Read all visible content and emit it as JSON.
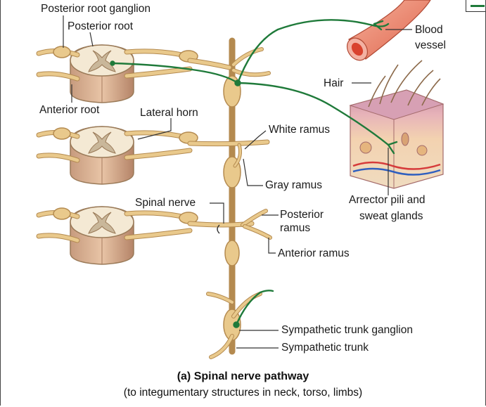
{
  "labels": {
    "posterior_root_ganglion": "Posterior root ganglion",
    "posterior_root": "Posterior root",
    "anterior_root": "Anterior root",
    "lateral_horn": "Lateral horn",
    "white_ramus": "White ramus",
    "gray_ramus": "Gray ramus",
    "spinal_nerve": "Spinal nerve",
    "posterior_ramus_1": "Posterior",
    "posterior_ramus_2": "ramus",
    "anterior_ramus": "Anterior ramus",
    "blood_vessel_1": "Blood",
    "blood_vessel_2": "vessel",
    "hair": "Hair",
    "arrector_1": "Arrector pili and",
    "arrector_2": "sweat glands",
    "sympathetic_trunk_ganglion": "Sympathetic trunk ganglion",
    "sympathetic_trunk": "Sympathetic trunk"
  },
  "caption": {
    "title": "(a) Spinal nerve pathway",
    "subtitle": "(to integumentary structures in neck, torso, limbs)"
  },
  "colors": {
    "nerve": "#e9c98c",
    "nerve_outline": "#b48a4f",
    "pathway": "#1f7a3a",
    "cord_white": "#f4e9d4",
    "cord_gray": "#c9b79a",
    "cord_outline": "#9a7a58",
    "vessel": "#e8836c",
    "skin_top": "#c58aa3",
    "skin_body": "#f3d2b0"
  }
}
